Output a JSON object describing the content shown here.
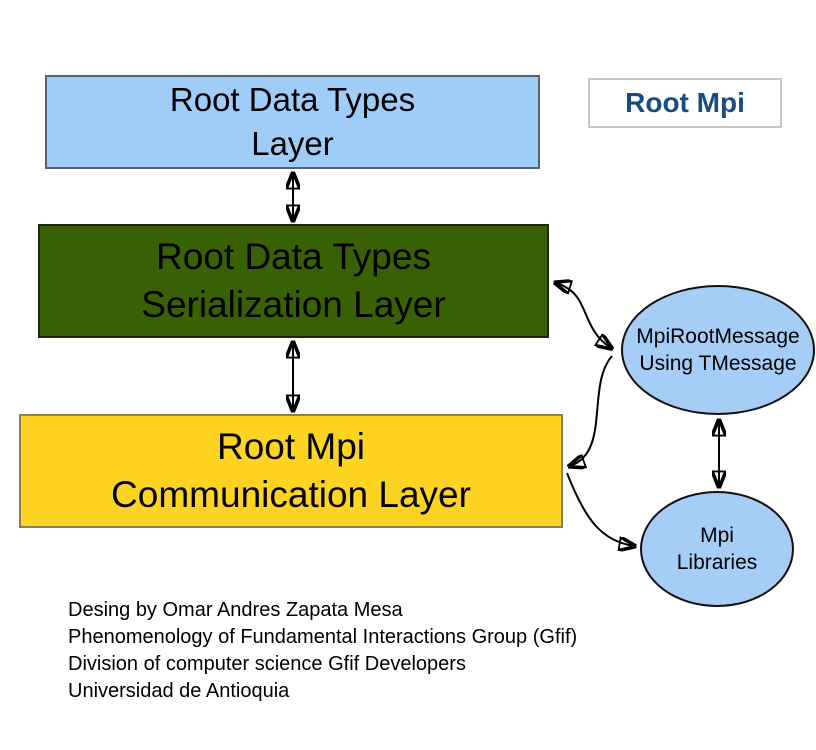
{
  "badge": {
    "label": "Root Mpi"
  },
  "layers": [
    {
      "id": "root-data-types-layer",
      "line1": "Root Data Types",
      "line2": "Layer"
    },
    {
      "id": "serialization-layer",
      "line1": "Root Data Types",
      "line2": "Serialization Layer"
    },
    {
      "id": "communication-layer",
      "line1": "Root Mpi",
      "line2": "Communication Layer"
    }
  ],
  "nodes": [
    {
      "id": "mpi-root-message",
      "line1": "MpiRootMessage",
      "line2": "Using TMessage"
    },
    {
      "id": "mpi-libraries",
      "line1": "Mpi",
      "line2": "Libraries"
    }
  ],
  "connections": [
    {
      "from": "root-data-types-layer",
      "to": "serialization-layer",
      "bidirectional": true
    },
    {
      "from": "serialization-layer",
      "to": "communication-layer",
      "bidirectional": true
    },
    {
      "from": "serialization-layer",
      "to": "mpi-root-message",
      "bidirectional": true
    },
    {
      "from": "communication-layer",
      "to": "mpi-root-message",
      "bidirectional": true
    },
    {
      "from": "communication-layer",
      "to": "mpi-libraries",
      "bidirectional": true
    },
    {
      "from": "mpi-root-message",
      "to": "mpi-libraries",
      "bidirectional": true
    }
  ],
  "credits": {
    "lines": [
      "Desing by Omar Andres Zapata Mesa",
      "Phenomenology of Fundamental Interactions Group (Gfif)",
      "Division of computer science Gfif Developers",
      "Universidad de Antioquia"
    ]
  },
  "colors": {
    "layer_top_fill": "#a0ccf8",
    "layer_top_border": "#55616e",
    "layer_mid_fill": "#376103",
    "layer_bottom_fill": "#fed321",
    "node_fill": "#a5cdf6",
    "badge_text": "#174e80",
    "badge_border": "#c6c6c6",
    "arrow": "#000000"
  }
}
